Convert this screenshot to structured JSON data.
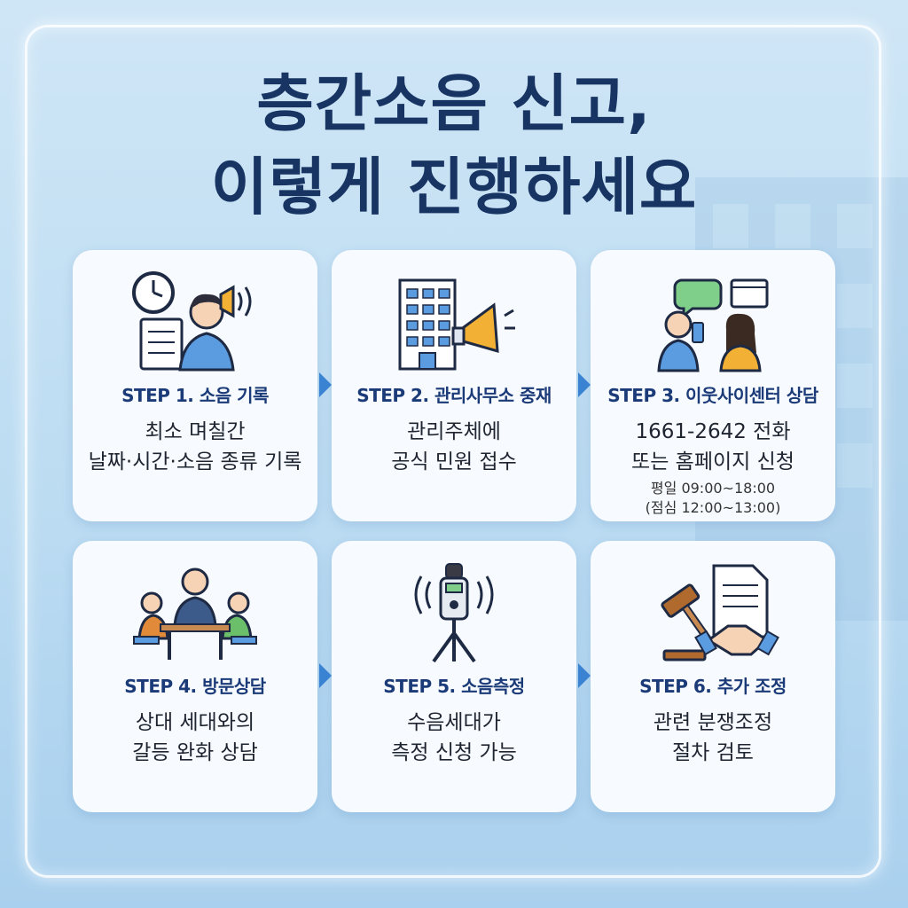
{
  "title": {
    "line1": "층간소음 신고,",
    "line2": "이렇게 진행하세요"
  },
  "steps": [
    {
      "label": "STEP 1. 소음 기록",
      "desc1": "최소 며칠간",
      "desc2": "날짜·시간·소음 종류 기록",
      "icon": "person-recording-icon"
    },
    {
      "label": "STEP 2. 관리사무소 중재",
      "desc1": "관리주체에",
      "desc2": "공식 민원 접수",
      "icon": "building-megaphone-icon"
    },
    {
      "label": "STEP 3. 이웃사이센터 상담",
      "desc1": "1661-2642 전화",
      "desc2": "또는 홈페이지 신청",
      "note1": "평일 09:00~18:00",
      "note2": "(점심 12:00~13:00)",
      "icon": "consultation-call-icon"
    },
    {
      "label": "STEP 4. 방문상담",
      "desc1": "상대 세대와의",
      "desc2": "갈등 완화 상담",
      "icon": "meeting-table-icon"
    },
    {
      "label": "STEP 5. 소음측정",
      "desc1": "수음세대가",
      "desc2": "측정 신청 가능",
      "icon": "sound-meter-icon"
    },
    {
      "label": "STEP 6. 추가 조정",
      "desc1": "관련 분쟁조정",
      "desc2": "절차 검토",
      "icon": "gavel-handshake-icon"
    }
  ],
  "colors": {
    "accent": "#3a82d2",
    "title": "#183462",
    "step": "#1b3a78"
  }
}
